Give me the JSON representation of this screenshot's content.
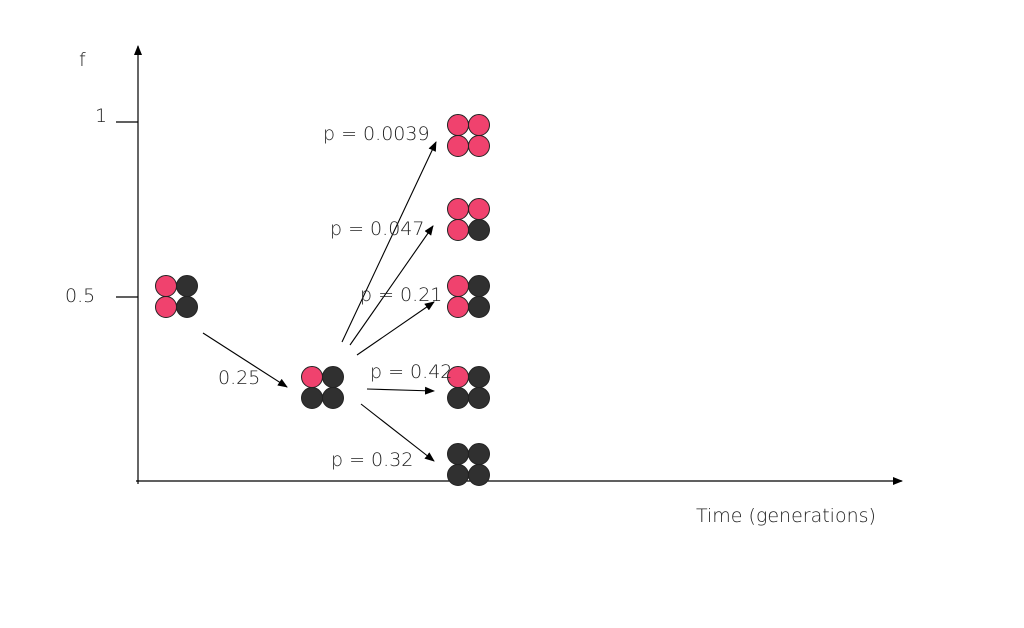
{
  "axes": {
    "y_label": "f",
    "x_label": "Time (generations)",
    "y_ticks": [
      {
        "label": "1",
        "value": 1
      },
      {
        "label": "0.5",
        "value": 0.5
      }
    ]
  },
  "colors": {
    "allele_a": "#f0426e",
    "allele_b": "#303030"
  },
  "populations": [
    {
      "name": "gen0",
      "red_count": 2
    },
    {
      "name": "gen1",
      "red_count": 1
    },
    {
      "name": "gen2-f1",
      "red_count": 4
    },
    {
      "name": "gen2-f075",
      "red_count": 3
    },
    {
      "name": "gen2-f05",
      "red_count": 2
    },
    {
      "name": "gen2-f025",
      "red_count": 1
    },
    {
      "name": "gen2-f0",
      "red_count": 0
    }
  ],
  "transitions": {
    "first": "0.25",
    "branches": [
      "p = 0.0039",
      "p = 0.047",
      "p = 0.21",
      "p = 0.42",
      "p = 0.32"
    ]
  }
}
